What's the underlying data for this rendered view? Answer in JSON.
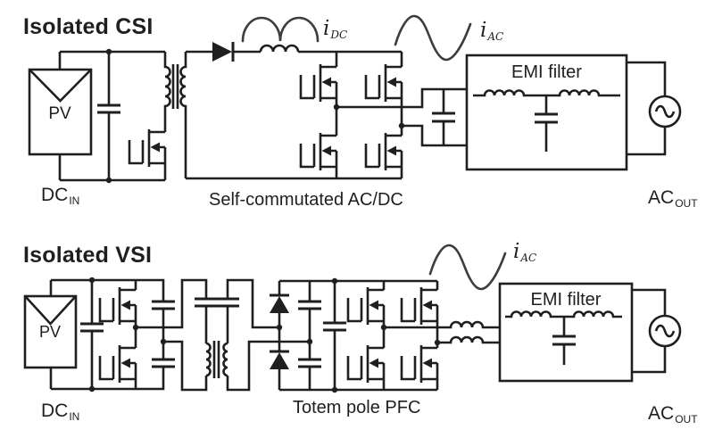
{
  "colors": {
    "line": "#1f1f1f",
    "wave": "#3d3d3d",
    "bg": "#ffffff",
    "text": "#1f1f1f"
  },
  "top_circuit": {
    "title": "Isolated CSI",
    "pv_label": "PV",
    "dc_in": {
      "base": "DC",
      "sub": "IN"
    },
    "i_dc": {
      "base": "i",
      "sub": "DC"
    },
    "i_ac": {
      "base": "i",
      "sub": "AC"
    },
    "stage_label": "Self-commutated AC/DC",
    "emi_label": "EMI filter",
    "ac_out": {
      "base": "AC",
      "sub": "OUT"
    }
  },
  "bottom_circuit": {
    "title": "Isolated VSI",
    "pv_label": "PV",
    "dc_in": {
      "base": "DC",
      "sub": "IN"
    },
    "i_ac": {
      "base": "i",
      "sub": "AC"
    },
    "stage_label": "Totem pole PFC",
    "emi_label": "EMI filter",
    "ac_out": {
      "base": "AC",
      "sub": "OUT"
    }
  }
}
